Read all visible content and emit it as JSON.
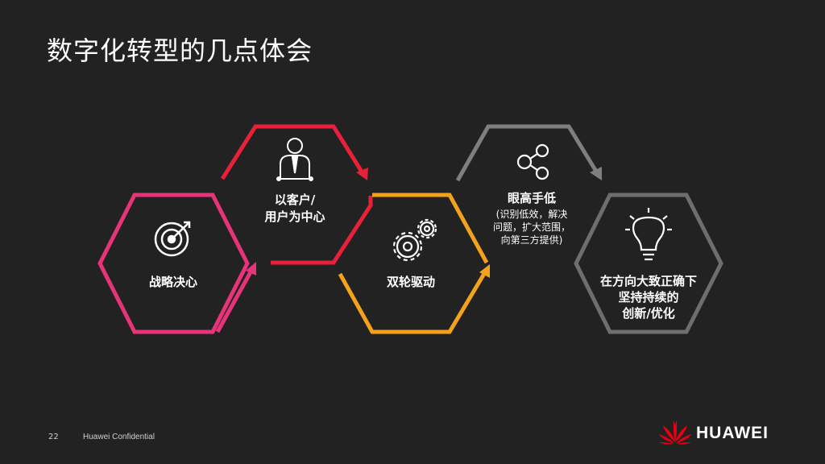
{
  "slide": {
    "title": "数字化转型的几点体会"
  },
  "steps": [
    {
      "label": "战略决心",
      "color": "#e6337a",
      "icon": "target-icon"
    },
    {
      "label_line1": "以客户/",
      "label_line2": "用户为中心",
      "color": "#e8203a",
      "icon": "person-icon"
    },
    {
      "label": "双轮驱动",
      "color": "#f3a21c",
      "icon": "gears-icon"
    },
    {
      "label": "眼高手低",
      "note_line1": "(识别低效，解决",
      "note_line2": "问题，扩大范围，",
      "note_line3": "向第三方提供)",
      "color": "#7f7f7f",
      "icon": "share-icon"
    },
    {
      "label_line1": "在方向大致正确下",
      "label_line2": "坚持持续的",
      "label_line3": "创新/优化",
      "color": "#6e6e6e",
      "icon": "lightbulb-icon"
    }
  ],
  "footer": {
    "page_number": "22",
    "confidential": "Huawei Confidential",
    "brand": "HUAWEI",
    "brand_color": "#e60012"
  }
}
